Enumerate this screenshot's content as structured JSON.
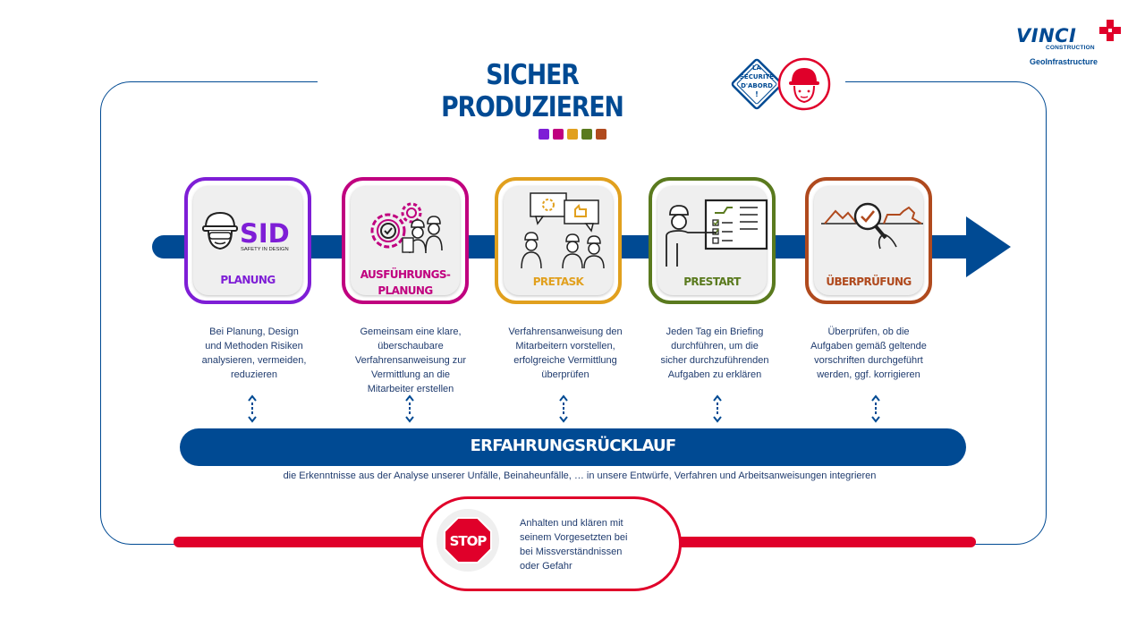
{
  "logo": {
    "brand": "VINCI",
    "sub": "CONSTRUCTION",
    "division": "GeoInfrastructure"
  },
  "title": "SICHER PRODUZIEREN",
  "badge_text": [
    "LA",
    "SECURITE",
    "D'ABORD",
    "!"
  ],
  "colors": {
    "primary": "#004a93",
    "red": "#e0002a",
    "purple": "#7e1ed6",
    "magenta": "#c0007f",
    "orange": "#e1a01e",
    "green": "#5a7a1e",
    "brown": "#b04a1e"
  },
  "steps": [
    {
      "label": "PLANUNG",
      "icon": "sid-worker-icon",
      "icon_text": "SID",
      "icon_subtext": "SAFETY IN DESIGN",
      "color": "#7e1ed6",
      "description": [
        "Bei Planung, Design",
        "und Methoden Risiken",
        "analysieren, vermeiden,",
        "reduzieren"
      ]
    },
    {
      "label_lines": [
        "AUSFÜHRUNGS-",
        "PLANUNG"
      ],
      "icon": "gears-workers-icon",
      "color": "#c0007f",
      "description": [
        "Gemeinsam eine klare,",
        "überschaubare",
        "Verfahrensanweisung zur",
        "Vermittlung an die",
        "Mitarbeiter erstellen"
      ]
    },
    {
      "label": "PRETASK",
      "icon": "team-discussion-icon",
      "color": "#e1a01e",
      "description": [
        "Verfahrensanweisung den",
        "Mitarbeitern vorstellen,",
        "erfolgreiche Vermittlung",
        "überprüfen"
      ]
    },
    {
      "label": "PRESTART",
      "icon": "briefing-board-icon",
      "color": "#5a7a1e",
      "description": [
        "Jeden Tag ein Briefing",
        "durchführen, um die",
        "sicher durchzuführenden",
        "Aufgaben zu erklären"
      ]
    },
    {
      "label": "ÜBERPRÜFUNG",
      "icon": "magnifier-check-icon",
      "color": "#b04a1e",
      "description": [
        "Überprüfen, ob die",
        "Aufgaben gemäß geltende",
        "vorschriften durchgeführt",
        "werden, ggf. korrigieren"
      ]
    }
  ],
  "feedback": {
    "label": "ERFAHRUNGSRÜCKLAUF",
    "text": "die Erkenntnisse aus der Analyse unserer Unfälle, Beinaheunfälle, … in unsere Entwürfe, Verfahren und Arbeitsanweisungen integrieren"
  },
  "stop": {
    "sign_text": "STOP",
    "lines": [
      "Anhalten und klären mit",
      "seinem Vorgesetzten bei",
      "bei Missverständnissen",
      "oder Gefahr"
    ]
  }
}
